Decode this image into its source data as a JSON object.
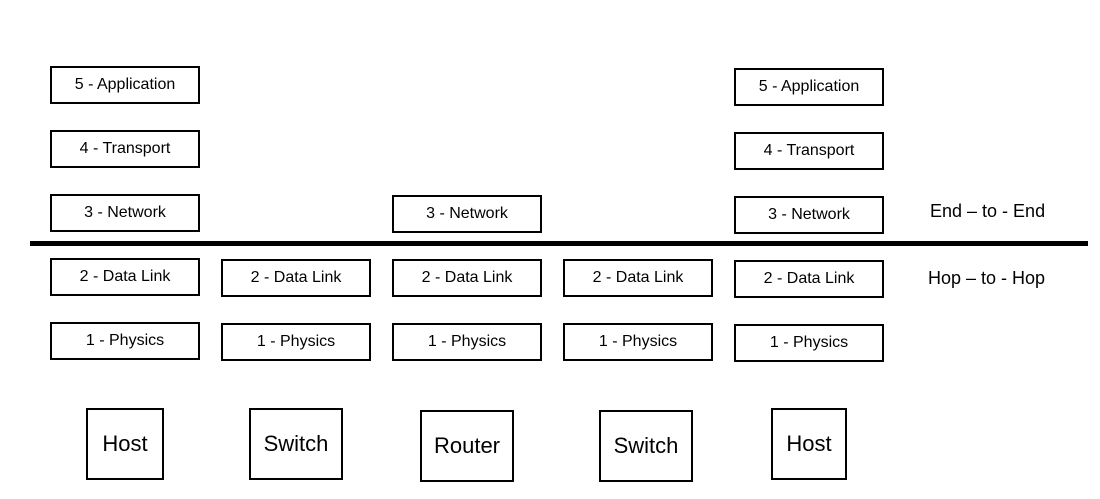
{
  "columns": [
    {
      "device": "Host",
      "layers": [
        "5 - Application",
        "4 - Transport",
        "3 - Network",
        "2 - Data Link",
        "1 - Physics"
      ]
    },
    {
      "device": "Switch",
      "layers": [
        "2 - Data Link",
        "1 - Physics"
      ]
    },
    {
      "device": "Router",
      "layers": [
        "3 - Network",
        "2 - Data Link",
        "1 - Physics"
      ]
    },
    {
      "device": "Switch",
      "layers": [
        "2 - Data Link",
        "1 - Physics"
      ]
    },
    {
      "device": "Host",
      "layers": [
        "5 - Application",
        "4 - Transport",
        "3 - Network",
        "2 - Data Link",
        "1 - Physics"
      ]
    }
  ],
  "labels": {
    "end_to_end": "End – to - End",
    "hop_to_hop": "Hop – to - Hop"
  }
}
